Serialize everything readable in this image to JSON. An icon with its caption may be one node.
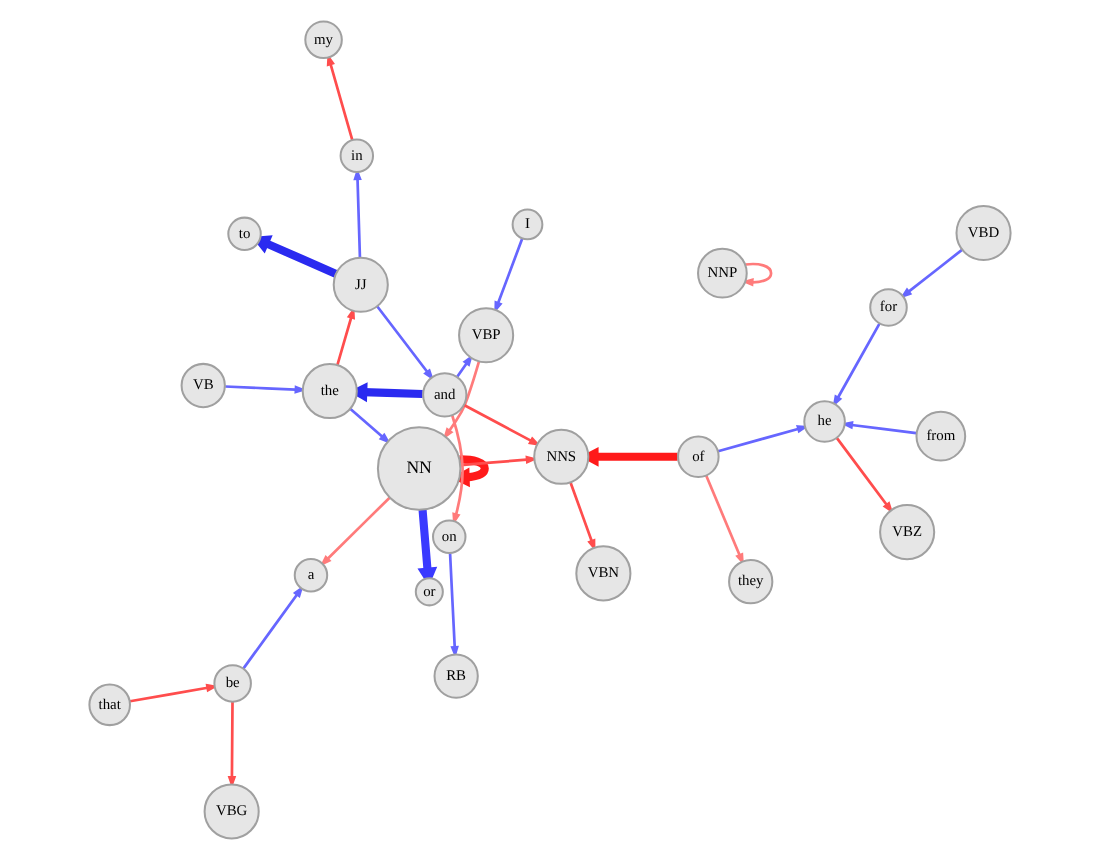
{
  "diagram": {
    "nodes": [
      {
        "text": [
          "VBD"
        ]
      },
      {
        "text": [
          "VBG"
        ]
      },
      {
        "text": [
          "VBZ"
        ]
      },
      {
        "text": [
          "that"
        ]
      },
      {
        "text": [
          "for"
        ]
      },
      {
        "text": [
          "be"
        ]
      },
      {
        "text": [
          "he"
        ]
      },
      {
        "text": [
          "a"
        ]
      },
      {
        "text": [
          "or"
        ]
      },
      {
        "text": [
          "from"
        ]
      },
      {
        "text": [
          "VBN"
        ]
      },
      {
        "text": [
          "of"
        ]
      },
      {
        "text": [
          "NN"
        ]
      },
      {
        "text": [
          "NNS"
        ]
      },
      {
        "text": [
          "they"
        ]
      },
      {
        "text": [
          "VBP"
        ]
      },
      {
        "text": [
          "I"
        ]
      },
      {
        "text": [
          "and"
        ]
      },
      {
        "text": [
          "the"
        ]
      },
      {
        "text": [
          "VB"
        ]
      },
      {
        "text": [
          "NNP"
        ]
      },
      {
        "text": [
          "JJ"
        ]
      },
      {
        "text": [
          "to"
        ]
      },
      {
        "text": [
          "on"
        ]
      },
      {
        "text": [
          "in"
        ]
      },
      {
        "text": [
          "RB"
        ]
      },
      {
        "text": [
          "my"
        ]
      }
    ],
    "edges": [
      {
        "from": 0,
        "to": 4,
        "arrow": "to",
        "color": "#6666ff"
      },
      {
        "from": 4,
        "to": 6,
        "arrow": "to",
        "color": "#6666ff"
      },
      {
        "from": 6,
        "to": 2,
        "arrow": "to",
        "color": "#ff4d4d"
      },
      {
        "from": 9,
        "to": 6,
        "arrow": "to",
        "color": "#6666ff"
      },
      {
        "from": 11,
        "to": 6,
        "arrow": "to",
        "color": "#6666ff"
      },
      {
        "from": 11,
        "to": 13,
        "arrow": "to",
        "style": "thick",
        "color": "#ff1a1a"
      },
      {
        "from": 11,
        "to": 14,
        "arrow": "to",
        "color": "#ff7b7b"
      },
      {
        "from": 13,
        "to": 10,
        "arrow": "to",
        "color": "#ff4d4d"
      },
      {
        "from": 12,
        "to": 13,
        "arrow": "to",
        "color": "#ff4d4d"
      },
      {
        "from": 17,
        "to": 13,
        "arrow": "to",
        "color": "#ff4d4d"
      },
      {
        "from": 12,
        "to": 8,
        "arrow": "to",
        "style": "thick",
        "color": "#3a3aff"
      },
      {
        "from": 12,
        "to": 12,
        "arrow": "to",
        "style": "thick",
        "color": "#ff1a1a"
      },
      {
        "from": 12,
        "to": 7,
        "arrow": "to",
        "color": "#ff7b7b"
      },
      {
        "from": 5,
        "to": 7,
        "arrow": "to",
        "color": "#6666ff"
      },
      {
        "from": 5,
        "to": 1,
        "arrow": "to",
        "color": "#ff4d4d"
      },
      {
        "from": 3,
        "to": 5,
        "arrow": "to",
        "color": "#ff4d4d"
      },
      {
        "from": 15,
        "to": 12,
        "arrow": "to",
        "color": "#ff7b7b"
      },
      {
        "from": 16,
        "to": 15,
        "arrow": "to",
        "color": "#6666ff"
      },
      {
        "from": 18,
        "to": 12,
        "arrow": "to",
        "color": "#6666ff"
      },
      {
        "from": 17,
        "to": 15,
        "arrow": "to",
        "color": "#6666ff"
      },
      {
        "from": 17,
        "to": 18,
        "arrow": "to",
        "style": "thick",
        "color": "#2a2af0"
      },
      {
        "from": 19,
        "to": 18,
        "arrow": "to",
        "color": "#6666ff"
      },
      {
        "from": 18,
        "to": 21,
        "arrow": "to",
        "color": "#ff4d4d"
      },
      {
        "from": 21,
        "to": 17,
        "arrow": "to",
        "color": "#6666ff"
      },
      {
        "from": 21,
        "to": 22,
        "arrow": "to",
        "style": "thick",
        "color": "#2a2af0"
      },
      {
        "from": 21,
        "to": 24,
        "arrow": "to",
        "color": "#6666ff"
      },
      {
        "from": 24,
        "to": 26,
        "arrow": "to",
        "color": "#ff4d4d"
      },
      {
        "from": 23,
        "to": 25,
        "arrow": "to",
        "color": "#6666ff"
      },
      {
        "from": 17,
        "to": 23,
        "arrow": "to",
        "color": "#ff7b7b"
      },
      {
        "from": 20,
        "to": 20,
        "arrow": "to",
        "color": "#ff7b7b"
      }
    ]
  }
}
